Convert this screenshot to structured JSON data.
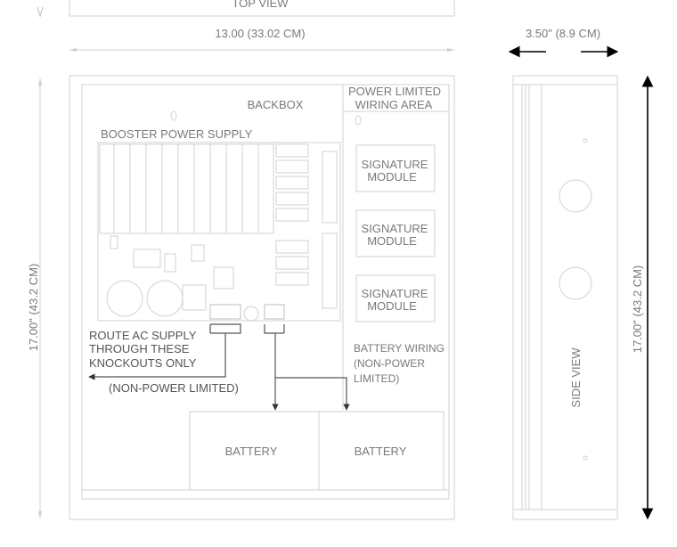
{
  "view_labels": {
    "top_view": "TOP VIEW",
    "side_view": "SIDE VIEW"
  },
  "dimensions": {
    "width": "13.00 (33.02 CM)",
    "depth": "3.50\" (8.9 CM)",
    "height_left": "17.00\" (43.2 CM)",
    "height_right": "17.00\" (43.2 CM)"
  },
  "labels": {
    "backbox": "BACKBOX",
    "power_limited_line1": "POWER LIMITED",
    "power_limited_line2": "WIRING AREA",
    "booster_power_supply": "BOOSTER POWER SUPPLY",
    "route_line1": "ROUTE AC SUPPLY",
    "route_line2": "THROUGH THESE",
    "route_line3": "KNOCKOUTS ONLY",
    "non_power_limited": "(NON-POWER LIMITED)",
    "battery_wiring_line1": "BATTERY WIRING",
    "battery_wiring_line2": "(NON-POWER",
    "battery_wiring_line3": "LIMITED)"
  },
  "modules": [
    {
      "line1": "SIGNATURE",
      "line2": "MODULE"
    },
    {
      "line1": "SIGNATURE",
      "line2": "MODULE"
    },
    {
      "line1": "SIGNATURE",
      "line2": "MODULE"
    }
  ],
  "batteries": [
    {
      "label": "BATTERY"
    },
    {
      "label": "BATTERY"
    }
  ]
}
